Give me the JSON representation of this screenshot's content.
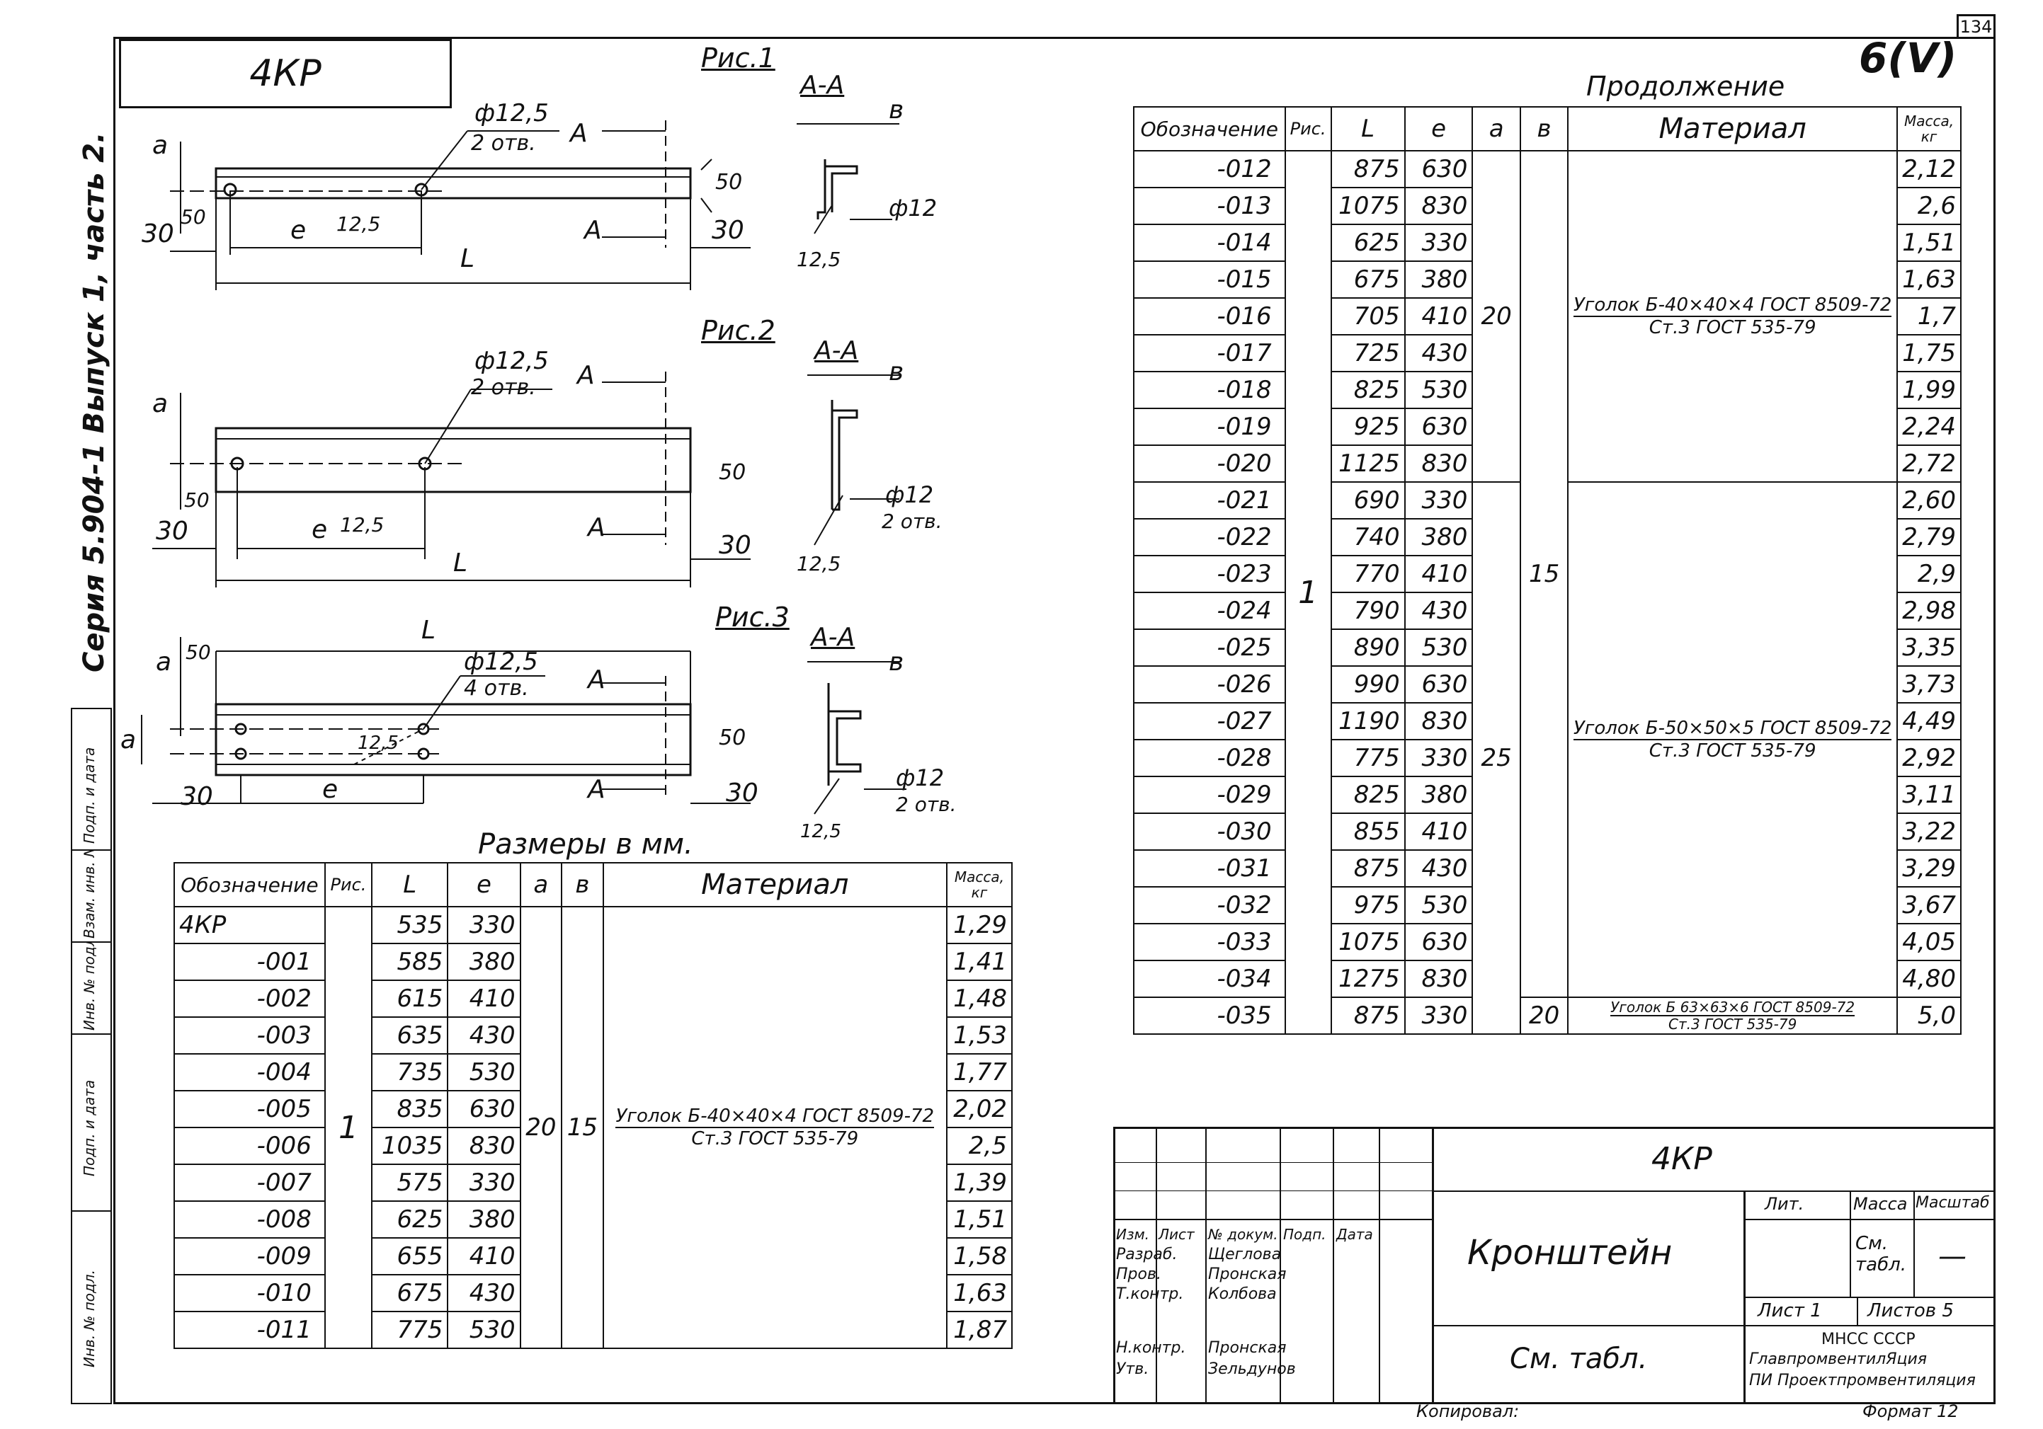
{
  "sheet_number": "134",
  "corner_mark": "6(V)",
  "series_text": "Серия 5.904-1   Выпуск 1, часть 2.",
  "stamp_labels": [
    "Подп. и дата",
    "Взам. инв. №",
    "Инв. № подл.",
    "Подп. и дата",
    "Инв. № подл."
  ],
  "title_box": "4КР",
  "figures": {
    "fig1": {
      "label": "Рис.1",
      "section": "А-А",
      "b": "в",
      "hole": "ф12,5",
      "holes_count": "2 отв.",
      "a": "а",
      "l": "е",
      "L": "L",
      "d30": "30",
      "d50": "50",
      "d125": "12,5",
      "A": "А",
      "phi12": "ф12"
    },
    "fig2": {
      "label": "Рис.2",
      "section": "А-А",
      "b": "в",
      "hole": "ф12,5",
      "holes_count": "2 отв.",
      "a": "а",
      "l": "е",
      "L": "L",
      "d30": "30",
      "d50": "50",
      "d125": "12,5",
      "A": "А",
      "phi12": "ф12",
      "phi12_count": "2 отв."
    },
    "fig3": {
      "label": "Рис.3",
      "section": "А-А",
      "b": "в",
      "hole": "ф12,5",
      "holes_count": "4 отв.",
      "a": "а",
      "l": "е",
      "L": "L",
      "d30": "30",
      "d50": "50",
      "d125": "12,5",
      "A": "А",
      "phi12": "ф12",
      "phi12_count": "2 отв."
    }
  },
  "dims_note": "Размеры в мм.",
  "table_headers": {
    "code": "Обозначение",
    "fig": "Рис.",
    "L": "L",
    "l": "е",
    "a": "а",
    "b": "в",
    "material": "Материал",
    "mass": "Масса, кг"
  },
  "left_table": {
    "rows": [
      {
        "code": "4КР",
        "L": "535",
        "l": "330",
        "mass": "1,29"
      },
      {
        "code": "-001",
        "L": "585",
        "l": "380",
        "mass": "1,41"
      },
      {
        "code": "-002",
        "L": "615",
        "l": "410",
        "mass": "1,48"
      },
      {
        "code": "-003",
        "L": "635",
        "l": "430",
        "mass": "1,53"
      },
      {
        "code": "-004",
        "L": "735",
        "l": "530",
        "mass": "1,77"
      },
      {
        "code": "-005",
        "L": "835",
        "l": "630",
        "mass": "2,02"
      },
      {
        "code": "-006",
        "L": "1035",
        "l": "830",
        "mass": "2,5"
      },
      {
        "code": "-007",
        "L": "575",
        "l": "330",
        "mass": "1,39"
      },
      {
        "code": "-008",
        "L": "625",
        "l": "380",
        "mass": "1,51"
      },
      {
        "code": "-009",
        "L": "655",
        "l": "410",
        "mass": "1,58"
      },
      {
        "code": "-010",
        "L": "675",
        "l": "430",
        "mass": "1,63"
      },
      {
        "code": "-011",
        "L": "775",
        "l": "530",
        "mass": "1,87"
      }
    ],
    "fig": "1",
    "a": "20",
    "b": "15",
    "material_top": "Уголок Б-40×40×4 ГОСТ 8509-72",
    "material_bottom": "Ст.3 ГОСТ 535-79"
  },
  "continuation_title": "Продолжение",
  "right_table": {
    "rows": [
      {
        "code": "-012",
        "L": "875",
        "l": "630",
        "mass": "2,12"
      },
      {
        "code": "-013",
        "L": "1075",
        "l": "830",
        "mass": "2,6"
      },
      {
        "code": "-014",
        "L": "625",
        "l": "330",
        "mass": "1,51"
      },
      {
        "code": "-015",
        "L": "675",
        "l": "380",
        "mass": "1,63"
      },
      {
        "code": "-016",
        "L": "705",
        "l": "410",
        "mass": "1,7"
      },
      {
        "code": "-017",
        "L": "725",
        "l": "430",
        "mass": "1,75"
      },
      {
        "code": "-018",
        "L": "825",
        "l": "530",
        "mass": "1,99"
      },
      {
        "code": "-019",
        "L": "925",
        "l": "630",
        "mass": "2,24"
      },
      {
        "code": "-020",
        "L": "1125",
        "l": "830",
        "mass": "2,72"
      },
      {
        "code": "-021",
        "L": "690",
        "l": "330",
        "mass": "2,60"
      },
      {
        "code": "-022",
        "L": "740",
        "l": "380",
        "mass": "2,79"
      },
      {
        "code": "-023",
        "L": "770",
        "l": "410",
        "mass": "2,9"
      },
      {
        "code": "-024",
        "L": "790",
        "l": "430",
        "mass": "2,98"
      },
      {
        "code": "-025",
        "L": "890",
        "l": "530",
        "mass": "3,35"
      },
      {
        "code": "-026",
        "L": "990",
        "l": "630",
        "mass": "3,73"
      },
      {
        "code": "-027",
        "L": "1190",
        "l": "830",
        "mass": "4,49"
      },
      {
        "code": "-028",
        "L": "775",
        "l": "330",
        "mass": "2,92"
      },
      {
        "code": "-029",
        "L": "825",
        "l": "380",
        "mass": "3,11"
      },
      {
        "code": "-030",
        "L": "855",
        "l": "410",
        "mass": "3,22"
      },
      {
        "code": "-031",
        "L": "875",
        "l": "430",
        "mass": "3,29"
      },
      {
        "code": "-032",
        "L": "975",
        "l": "530",
        "mass": "3,67"
      },
      {
        "code": "-033",
        "L": "1075",
        "l": "630",
        "mass": "4,05"
      },
      {
        "code": "-034",
        "L": "1275",
        "l": "830",
        "mass": "4,80"
      },
      {
        "code": "-035",
        "L": "875",
        "l": "330",
        "mass": "5,0"
      }
    ],
    "fig": "1",
    "a_groups": [
      "20",
      "25"
    ],
    "b_groups": [
      "15",
      "20"
    ],
    "mat1_top": "Уголок Б-40×40×4 ГОСТ 8509-72",
    "mat1_bottom": "Ст.3 ГОСТ 535-79",
    "mat2_top": "Уголок Б-50×50×5 ГОСТ 8509-72",
    "mat2_bottom": "Ст.3 ГОСТ 535-79",
    "mat3_top": "Уголок Б 63×63×6 ГОСТ 8509-72",
    "mat3_bottom": "Ст.3 ГОСТ 535-79"
  },
  "title_block": {
    "designation": "4КР",
    "name": "Кронштейн",
    "sub": "См. табл.",
    "lit": "Лит.",
    "mass": "Масса",
    "scale": "Масштаб",
    "mass_val": "См. табл.",
    "scale_val": "—",
    "sheet": "Лист 1",
    "sheets": "Листов 5",
    "org1": "МНСС СССР",
    "org2": "ГлавпромвентилЯция",
    "org3": "ПИ Проектпромвентиляция",
    "roles": [
      "Изм.",
      "Лист",
      "№ докум.",
      "Подп.",
      "Дата"
    ],
    "people": [
      {
        "role": "Разраб.",
        "name": "Щеглова"
      },
      {
        "role": "Пров.",
        "name": "Пронская"
      },
      {
        "role": "Т.контр.",
        "name": "Колбова"
      },
      {
        "role": "Н.контр.",
        "name": "Пронская"
      },
      {
        "role": "Утв.",
        "name": "Зельдунов"
      }
    ],
    "copied": "Копировал:",
    "format": "Формат 12"
  }
}
